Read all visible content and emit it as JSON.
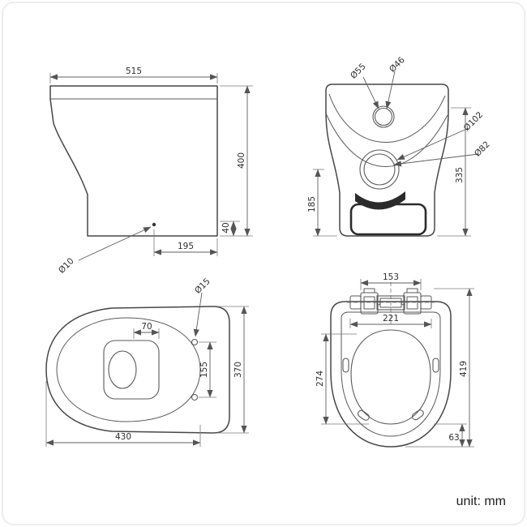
{
  "unit_label": "unit: mm",
  "dims": {
    "side": {
      "overall_width": "515",
      "overall_height": "400",
      "outlet_height": "40",
      "outlet_to_wall": "195",
      "fixing_hole_dia": "Ø10"
    },
    "front": {
      "inlet_dia_outer": "Ø55",
      "inlet_dia_inner": "Ø46",
      "waste_dia_outer": "Ø102",
      "waste_dia_inner": "Ø82",
      "overall_height": "335",
      "rim_height": "185"
    },
    "plan": {
      "overall_depth": "430",
      "overall_width": "370",
      "seat_hole_spacing": "155",
      "flush_width": "70",
      "seat_hole_dia": "Ø15"
    },
    "seat": {
      "hinge_width": "153",
      "seat_width": "221",
      "seat_length": "419",
      "opening_length": "274",
      "hinge_to_edge": "63"
    }
  }
}
